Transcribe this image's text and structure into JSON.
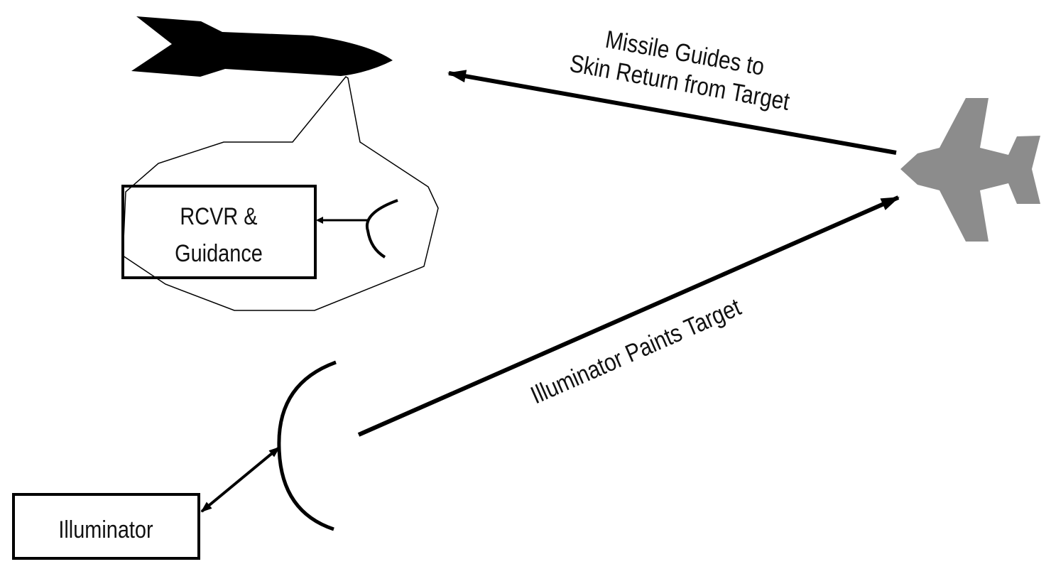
{
  "labels": {
    "receiver_box": [
      "RCVR &",
      "Guidance"
    ],
    "illuminator_box": "Illuminator",
    "missile_path": [
      "Missile Guides to",
      "Skin Return from Target"
    ],
    "illumination_path": "Illuminator Paints Target"
  },
  "colors": {
    "missile": "#000000",
    "target_aircraft": "#8c8c8c",
    "lines": "#000000"
  },
  "icons": [
    "missile-icon",
    "target-aircraft-icon",
    "receiver-antenna-icon",
    "illuminator-dish-icon"
  ]
}
